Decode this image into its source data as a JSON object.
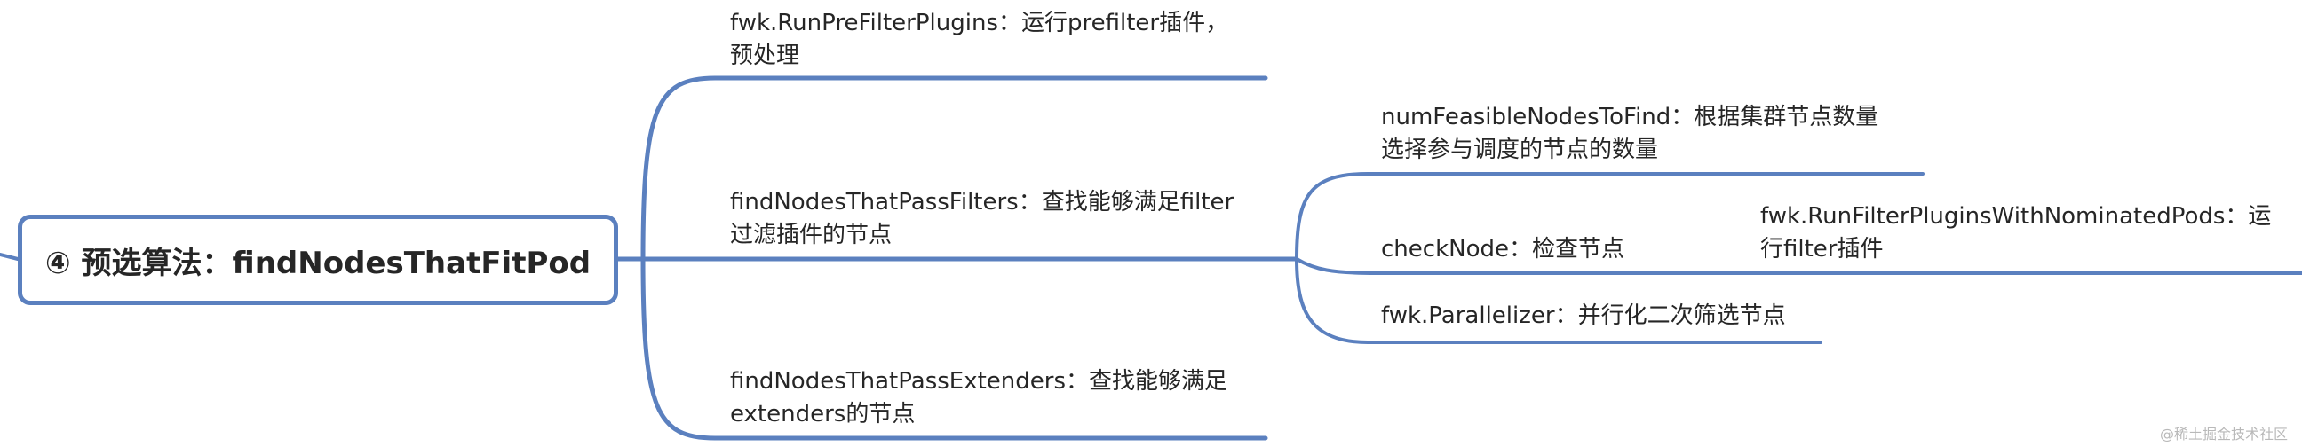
{
  "root": {
    "label": "④ 预选算法：findNodesThatFitPod"
  },
  "branches": [
    {
      "lines": [
        "fwk.RunPreFilterPlugins：运行prefilter插件，",
        "预处理"
      ]
    },
    {
      "lines": [
        "findNodesThatPassFilters：查找能够满足filter",
        "过滤插件的节点"
      ]
    },
    {
      "lines": [
        "findNodesThatPassExtenders：查找能够满足",
        "extenders的节点"
      ]
    }
  ],
  "filter_children": [
    {
      "lines": [
        "numFeasibleNodesToFind：根据集群节点数量",
        "选择参与调度的节点的数量"
      ]
    },
    {
      "lines": [
        "checkNode：检查节点"
      ]
    },
    {
      "lines": [
        "fwk.Parallelizer：并行化二次筛选节点"
      ]
    }
  ],
  "check_child": {
    "lines": [
      "fwk.RunFilterPluginsWithNominatedPods：运",
      "行filter插件"
    ]
  },
  "watermark": "@稀土掘金技术社区",
  "colors": {
    "line": "#5b80bf",
    "text": "#262626"
  }
}
